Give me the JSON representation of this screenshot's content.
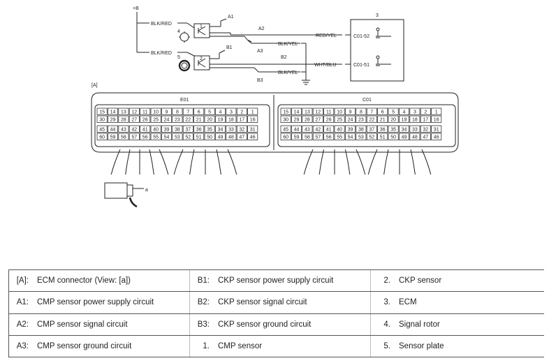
{
  "diagram": {
    "power_label": "+B",
    "view_label": "[A]",
    "wires": {
      "a1_top": "BLK/RED",
      "a1_bottom": "BLK/RED",
      "cmp_signal": "RED/YEL",
      "cmp_ground": "BLK/YEL",
      "ckp_signal": "WHT/BLU",
      "ckp_ground": "BLK/YEL"
    },
    "callouts": {
      "a1": "A1",
      "a2": "A2",
      "a3": "A3",
      "b1": "B1",
      "b2": "B2",
      "b3": "B3",
      "n1": "1",
      "n2": "2",
      "n3": "3",
      "n4": "4",
      "n5": "5",
      "view_a": "a"
    },
    "ecm_terminals": {
      "t1": "C01-52",
      "t2": "C01-51"
    },
    "connectors": {
      "left": {
        "title": "E01",
        "rows": [
          [
            "15",
            "14",
            "13",
            "12",
            "11",
            "10",
            "9",
            "8",
            "7",
            "6",
            "5",
            "4",
            "3",
            "2",
            "1"
          ],
          [
            "30",
            "29",
            "28",
            "27",
            "26",
            "25",
            "24",
            "23",
            "22",
            "21",
            "20",
            "19",
            "18",
            "17",
            "16"
          ],
          [
            "45",
            "44",
            "43",
            "42",
            "41",
            "40",
            "39",
            "38",
            "37",
            "36",
            "35",
            "34",
            "33",
            "32",
            "31"
          ],
          [
            "60",
            "59",
            "58",
            "57",
            "56",
            "55",
            "54",
            "53",
            "52",
            "51",
            "50",
            "49",
            "48",
            "47",
            "46"
          ]
        ]
      },
      "right": {
        "title": "C01",
        "rows": [
          [
            "15",
            "14",
            "13",
            "12",
            "11",
            "10",
            "9",
            "8",
            "7",
            "6",
            "5",
            "4",
            "3",
            "2",
            "1"
          ],
          [
            "30",
            "29",
            "28",
            "27",
            "26",
            "25",
            "24",
            "23",
            "22",
            "21",
            "20",
            "19",
            "18",
            "17",
            "16"
          ],
          [
            "45",
            "44",
            "43",
            "42",
            "41",
            "40",
            "39",
            "38",
            "37",
            "36",
            "35",
            "34",
            "33",
            "32",
            "31"
          ],
          [
            "60",
            "59",
            "58",
            "57",
            "56",
            "55",
            "54",
            "53",
            "52",
            "51",
            "50",
            "49",
            "48",
            "47",
            "46"
          ]
        ]
      }
    }
  },
  "legend": [
    [
      {
        "key": "[A]:",
        "desc": "ECM connector (View: [a])"
      },
      {
        "key": "B1:",
        "desc": "CKP sensor power supply circuit"
      },
      {
        "key": "2.",
        "desc": "CKP sensor"
      }
    ],
    [
      {
        "key": "A1:",
        "desc": "CMP sensor power supply circuit"
      },
      {
        "key": "B2:",
        "desc": "CKP sensor signal circuit"
      },
      {
        "key": "3.",
        "desc": "ECM"
      }
    ],
    [
      {
        "key": "A2:",
        "desc": "CMP sensor signal circuit"
      },
      {
        "key": "B3:",
        "desc": "CKP sensor ground circuit"
      },
      {
        "key": "4.",
        "desc": "Signal rotor"
      }
    ],
    [
      {
        "key": "A3:",
        "desc": "CMP sensor ground circuit"
      },
      {
        "key": "1.",
        "desc": "CMP sensor"
      },
      {
        "key": "5.",
        "desc": "Sensor plate"
      }
    ]
  ]
}
